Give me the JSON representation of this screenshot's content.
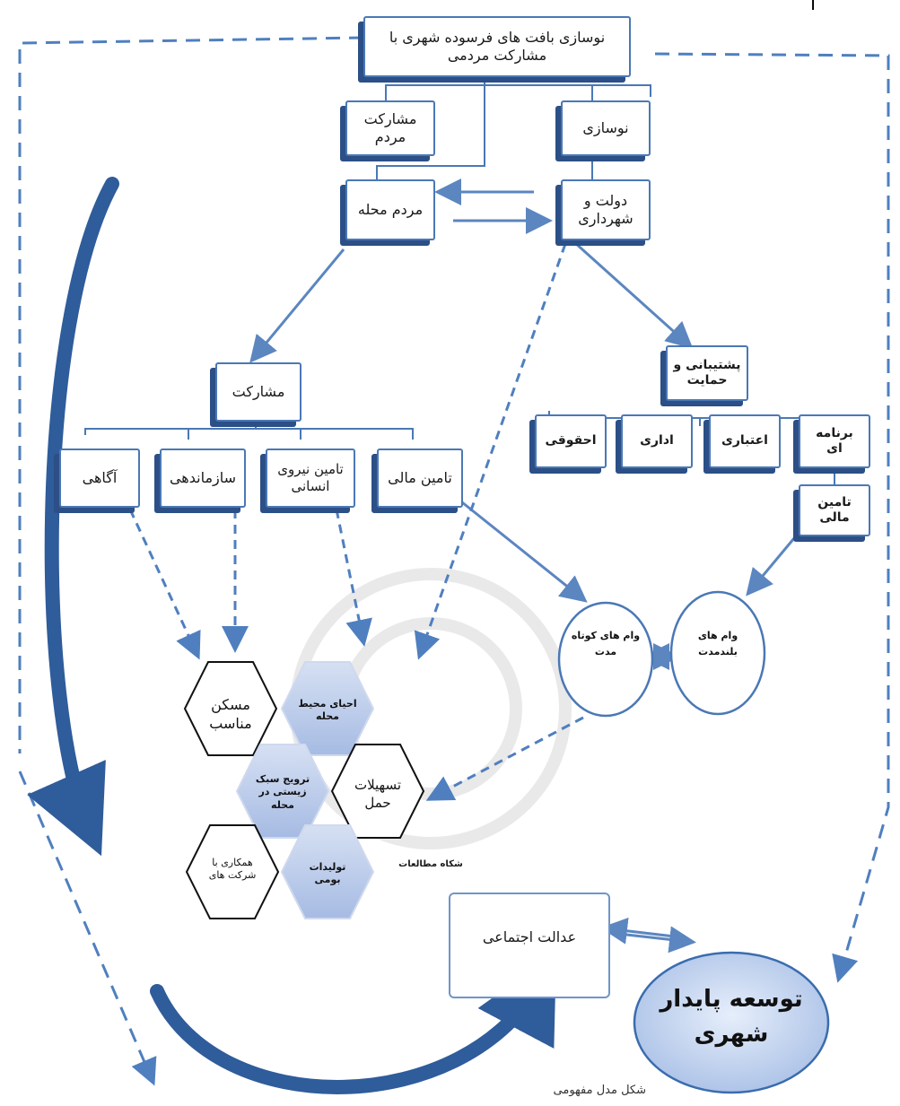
{
  "nodes": {
    "top": "نوسازی بافت های فرسوده شهری با مشارکت مردمی",
    "participation_people": "مشارکت مردم",
    "renovation": "نوسازی",
    "neighborhood_people": "مردم محله",
    "government": "دولت و شهرداری",
    "support": "پشتیبانی و حمایت",
    "participation": "مشارکت",
    "awareness": "آگاهی",
    "organizing": "سازماندهی",
    "human_resources": "تامین نیروی انسانی",
    "financing": "تامین مالی",
    "legal": "احقوقی",
    "administrative": "اداری",
    "credit": "اعتباری",
    "programmatic": "برنامه ای",
    "financing_right": "تامین مالی",
    "long_loans": "وام های بلندمدت",
    "short_loans": "وام های کوتاه مدت",
    "social_justice": "عدالت اجتماعی",
    "sustainable": "توسعه پایدار شهری"
  },
  "hexagons": {
    "housing": "مسکن مناسب",
    "revival": "احیای محیط محله",
    "promote": "ترویج سبک زیستی در محله",
    "transport": "تسهیلات حمل",
    "production": "تولیدات بومی",
    "cooperation": "همکاری با شرکت های"
  },
  "misc": {
    "partial_text": "شکاه مطالعات",
    "caption": "شکل مدل مفهومی",
    "corner_mark": "ا"
  },
  "colors": {
    "box_border": "#4a78b5",
    "box_shadow": "#2b4f86",
    "arrow": "#5b86c0",
    "dashed": "#4f7fbf",
    "hex_fill": "#b9c9e8",
    "sustainable_fill": "#c6d6ef"
  }
}
